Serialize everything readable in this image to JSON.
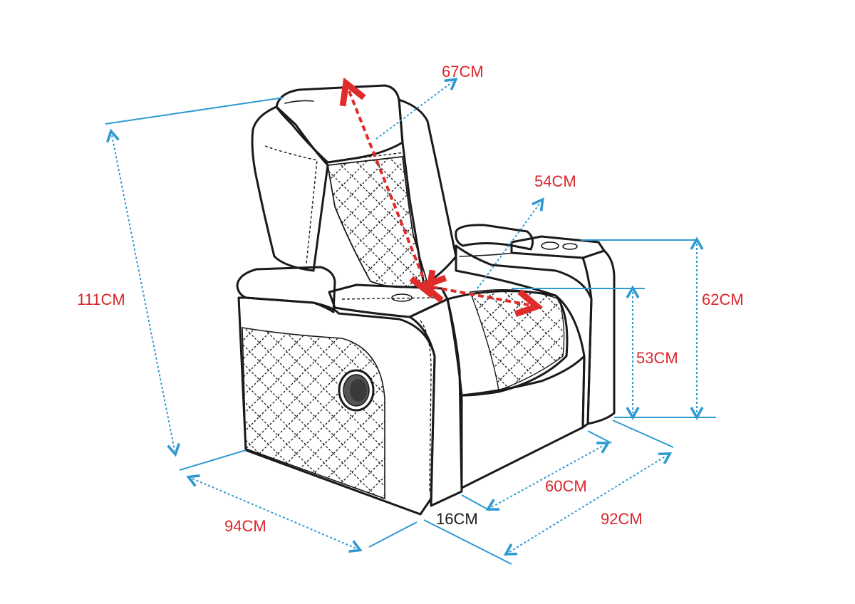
{
  "colors": {
    "label_red": "#d9262c",
    "label_dark": "#1a1a1a",
    "measure_blue": "#2e9ad1",
    "arrow_red": "#e02b2b"
  },
  "dimensions": {
    "backrest_height": "67CM",
    "seat_depth": "54CM",
    "total_height": "111CM",
    "arm_height": "62CM",
    "seat_height": "53CM",
    "total_width": "94CM",
    "armrest_width": "16CM",
    "seat_width": "60CM",
    "total_depth": "92CM"
  },
  "icons": {
    "speaker": "speaker-icon",
    "cup_holder": "cup-holder-icon"
  }
}
